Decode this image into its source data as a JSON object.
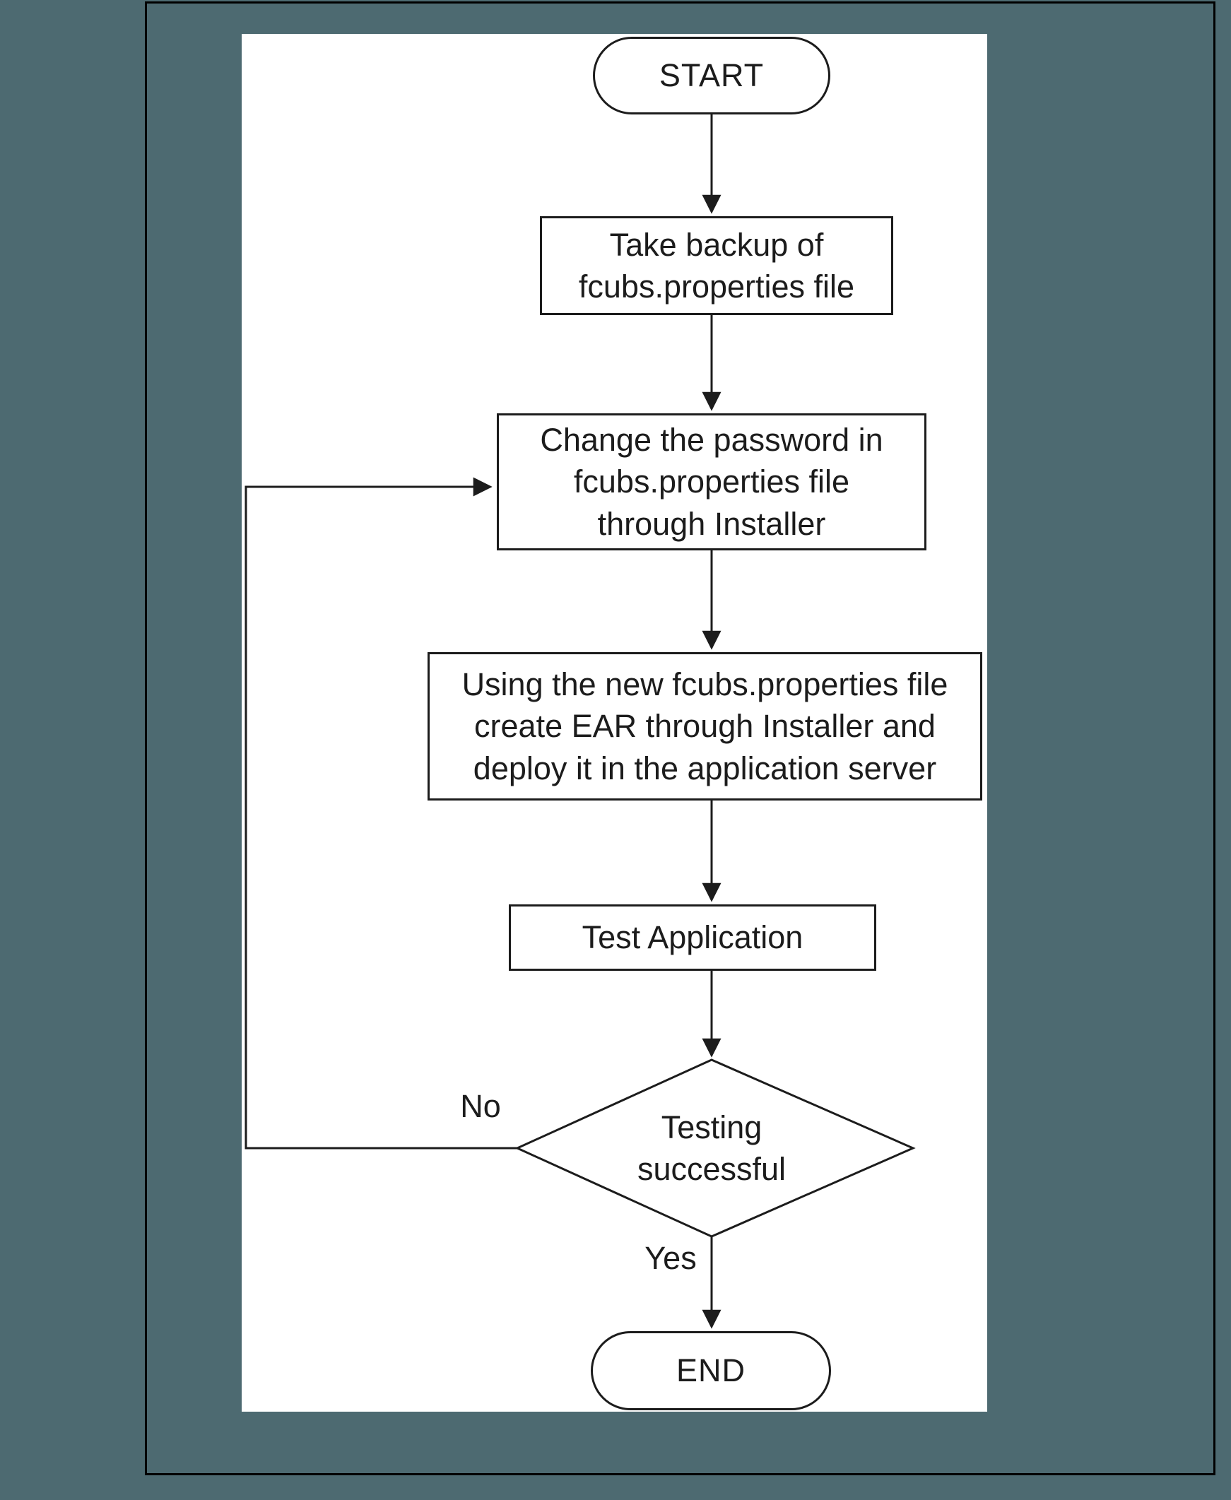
{
  "colors": {
    "page_background": "#4d6a71",
    "canvas_background": "#ffffff",
    "frame_border": "#000000",
    "line_color": "#1c1c1c",
    "text_color": "#1c1c1c"
  },
  "flowchart": {
    "nodes": {
      "start": {
        "type": "terminator",
        "label": "START"
      },
      "backup": {
        "type": "process",
        "label": "Take backup of\nfcubs.properties file"
      },
      "change_password": {
        "type": "process",
        "label": "Change the password in\nfcubs.properties file\nthrough Installer"
      },
      "create_ear": {
        "type": "process",
        "label": "Using the new fcubs.properties file\ncreate EAR through Installer and\ndeploy it in the application server"
      },
      "test_application": {
        "type": "process",
        "label": "Test Application"
      },
      "testing_successful": {
        "type": "decision",
        "label": "Testing\nsuccessful"
      },
      "end": {
        "type": "terminator",
        "label": "END"
      }
    },
    "edge_labels": {
      "no": "No",
      "yes": "Yes"
    }
  }
}
